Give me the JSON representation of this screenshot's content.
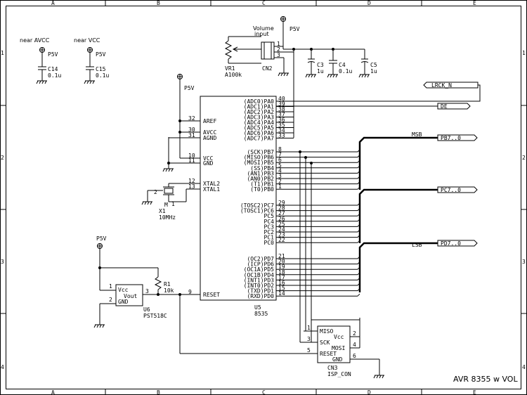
{
  "title": "AVR 8355 w VOL",
  "border": {
    "columns": [
      "A",
      "B",
      "C",
      "D",
      "E"
    ],
    "rows": [
      "1",
      "2",
      "3",
      "4"
    ]
  },
  "power_net": "P5V",
  "decoupling": {
    "left_note": "near AVCC",
    "right_note": "near VCC",
    "c14": {
      "ref": "C14",
      "value": "0.1u"
    },
    "c15": {
      "ref": "C15",
      "value": "0.1u"
    }
  },
  "volume": {
    "label_line1": "Volume",
    "label_line2": "input",
    "vr1_ref": "VR1",
    "vr1_value": "A100k",
    "cn2_ref": "CN2",
    "cn2_pins": [
      "1",
      "2",
      "3"
    ],
    "c3": {
      "ref": "C3",
      "value": "1u"
    },
    "c4": {
      "ref": "C4",
      "value": "0.1u"
    },
    "c5": {
      "ref": "C5",
      "value": "1u"
    }
  },
  "mcu": {
    "ref": "U5",
    "part": "8535",
    "left_pins": [
      {
        "num": "32",
        "name": "AREF"
      },
      {
        "num": "30",
        "name": "AVCC"
      },
      {
        "num": "31",
        "name": "AGND"
      },
      {
        "num": "10",
        "name": "VCC"
      },
      {
        "num": "11",
        "name": "GND"
      },
      {
        "num": "12",
        "name": "XTAL2"
      },
      {
        "num": "13",
        "name": "XTAL1"
      },
      {
        "num": "9",
        "name": "RESET"
      }
    ],
    "right_pins": [
      {
        "num": "40",
        "name": "(ADC0)PA0"
      },
      {
        "num": "39",
        "name": "(ADC1)PA1"
      },
      {
        "num": "38",
        "name": "(ADC2)PA2"
      },
      {
        "num": "37",
        "name": "(ADC3)PA3"
      },
      {
        "num": "36",
        "name": "(ADC4)PA4"
      },
      {
        "num": "35",
        "name": "(ADC5)PA5"
      },
      {
        "num": "34",
        "name": "(ADC6)PA6"
      },
      {
        "num": "33",
        "name": "(ADC7)PA7"
      },
      {
        "num": "8",
        "name": "(SCK)PB7"
      },
      {
        "num": "7",
        "name": "(MISO)PB6"
      },
      {
        "num": "6",
        "name": "(MOSI)PB5"
      },
      {
        "num": "5",
        "name": "(SS)PB4"
      },
      {
        "num": "4",
        "name": "(AN1)PB3"
      },
      {
        "num": "3",
        "name": "(AN0)PB2"
      },
      {
        "num": "2",
        "name": "(T1)PB1"
      },
      {
        "num": "1",
        "name": "(T0)PB0"
      },
      {
        "num": "29",
        "name": "(TOSC2)PC7"
      },
      {
        "num": "28",
        "name": "(TOSC1)PC6"
      },
      {
        "num": "27",
        "name": "PC5"
      },
      {
        "num": "26",
        "name": "PC4"
      },
      {
        "num": "25",
        "name": "PC3"
      },
      {
        "num": "24",
        "name": "PC2"
      },
      {
        "num": "23",
        "name": "PC1"
      },
      {
        "num": "22",
        "name": "PC0"
      },
      {
        "num": "21",
        "name": "(OC2)PD7"
      },
      {
        "num": "20",
        "name": "(ICP)PD6"
      },
      {
        "num": "19",
        "name": "(OC1A)PD5"
      },
      {
        "num": "18",
        "name": "(OC1B)PD4"
      },
      {
        "num": "17",
        "name": "(INT1)PD3"
      },
      {
        "num": "16",
        "name": "(INT0)PD2"
      },
      {
        "num": "15",
        "name": "(TXD)PD1"
      },
      {
        "num": "14",
        "name": "(RXD)PD0"
      }
    ]
  },
  "crystal": {
    "ref": "X1",
    "value": "10MHz",
    "pin_a": "2",
    "pin_b": "1",
    "mark": "M"
  },
  "reset_ic": {
    "ref": "U6",
    "part": "PST518C",
    "pins": {
      "vcc": "Vcc",
      "vout": "Vout",
      "gnd": "GND"
    },
    "pin_nums": {
      "vcc": "1",
      "vout": "3",
      "gnd": "2"
    }
  },
  "r1": {
    "ref": "R1",
    "value": "10k"
  },
  "r1_pin": "9",
  "isp": {
    "ref": "CN3",
    "part": "ISP_CON",
    "left": [
      {
        "num": "1",
        "name": "MISO"
      },
      {
        "num": "3",
        "name": "SCK"
      },
      {
        "num": "5",
        "name": "RESET"
      }
    ],
    "right": [
      {
        "num": "2",
        "name": "Vcc"
      },
      {
        "num": "4",
        "name": "MOSI"
      },
      {
        "num": "6",
        "name": "GND"
      }
    ]
  },
  "ports": {
    "lrck": "LRCK_N",
    "de": "DE",
    "pb": "PB7..0",
    "pc": "PC7..0",
    "pd": "PD7..0",
    "msb": "MSB",
    "lsb": "LSB"
  }
}
